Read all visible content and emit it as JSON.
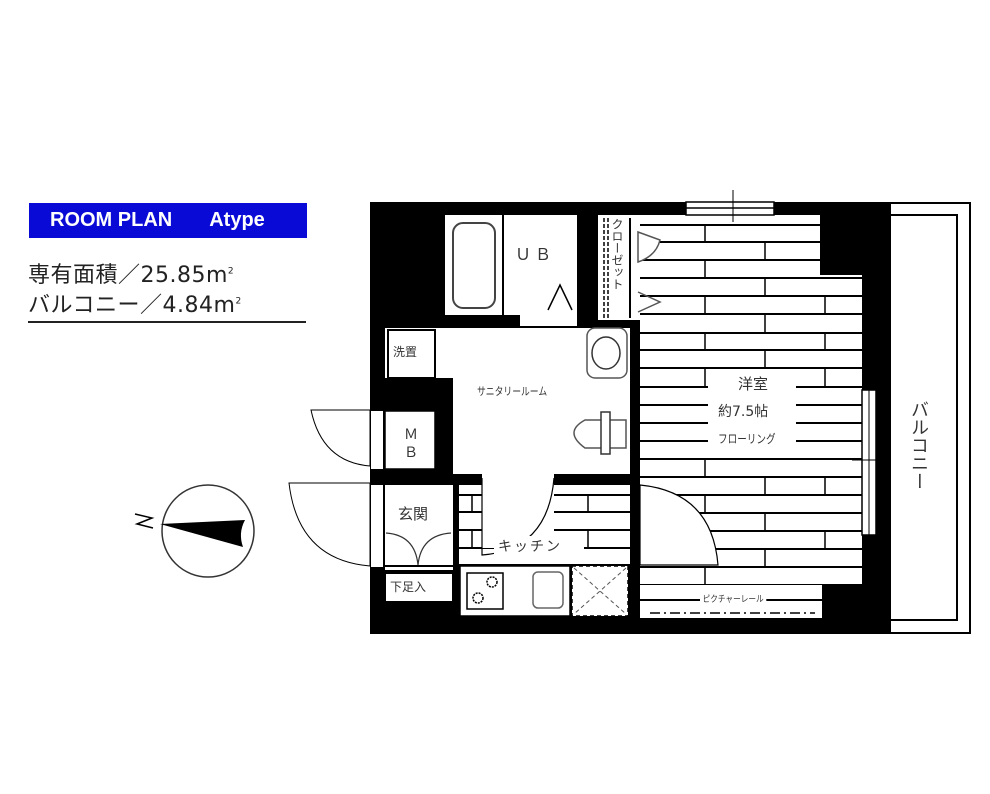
{
  "header": {
    "title": "ROOM PLAN",
    "type": "Atype",
    "badge_color": "#0a0ad6"
  },
  "areas": {
    "exclusive_label": "専有面積／25.85m",
    "balcony_label": "バルコニー／4.84m",
    "unit_sup": "2"
  },
  "rooms": {
    "unit_bath": "ＵＢ",
    "closet": "クローゼット",
    "washer": "洗置",
    "sanitary": "サニタリールーム",
    "mb_line1": "Ｍ",
    "mb_line2": "Ｂ",
    "entrance": "玄関",
    "shoe_box": "下足入",
    "kitchen": "キッチン",
    "western_room": "洋室",
    "western_size": "約7.5帖",
    "flooring": "フローリング",
    "picture_rail": "ピクチャーレール",
    "balcony": "バルコニー"
  },
  "compass": {
    "north_label": "N",
    "direction": "west"
  }
}
